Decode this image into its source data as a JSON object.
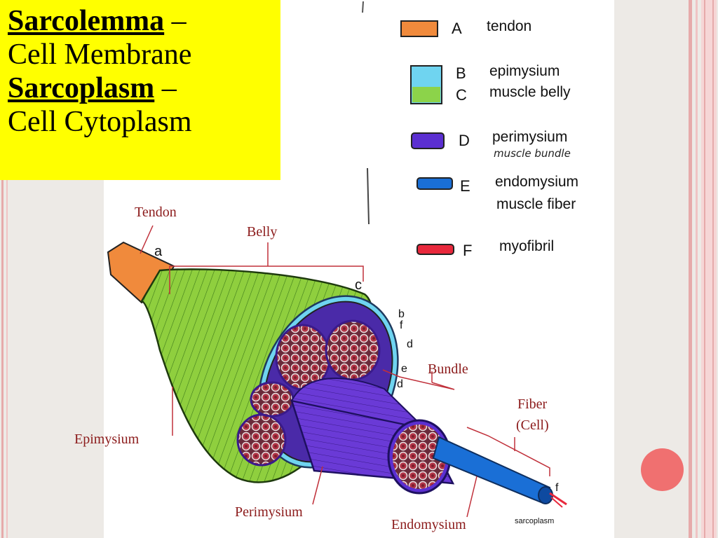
{
  "title": {
    "term1": "Sarcolemma",
    "dash1": " –",
    "meaning1": "Cell Membrane",
    "term2": "Sarcoplasm",
    "dash2": " –",
    "meaning2": "Cell Cytoplasm"
  },
  "legend": {
    "items": [
      {
        "code": "A",
        "desc": "tendon",
        "color": "#f08a3c"
      },
      {
        "code": "B",
        "desc": "epimysium",
        "color": "#6fd4f0"
      },
      {
        "code": "C",
        "desc": "muscle belly",
        "color": "#8cd34a"
      },
      {
        "code": "D",
        "desc": "perimysium",
        "note": "muscle bundle",
        "color": "#5b2fd1"
      },
      {
        "code": "E",
        "desc": "endomysium",
        "desc2": "muscle fiber",
        "color": "#1a6fd6"
      },
      {
        "code": "F",
        "desc": "myofibril",
        "color": "#e8283c"
      }
    ]
  },
  "callouts": {
    "tendon": "Tendon",
    "belly": "Belly",
    "bundle": "Bundle",
    "fiber_line1": "Fiber",
    "fiber_line2": "(Cell)",
    "epimysium": "Epimysium",
    "perimysium": "Perimysium",
    "endomysium": "Endomysium"
  },
  "handwritten_letters": {
    "a": "a",
    "b": "b",
    "c": "c",
    "d": "d",
    "e": "e",
    "f": "f"
  },
  "sarcoplasm_label": "sarcoplasm",
  "colors": {
    "highlight": "#ffff00",
    "callout_text": "#8b1a1a",
    "accent_stripe": "#e8a0a0",
    "deco_circle": "#f07070"
  }
}
